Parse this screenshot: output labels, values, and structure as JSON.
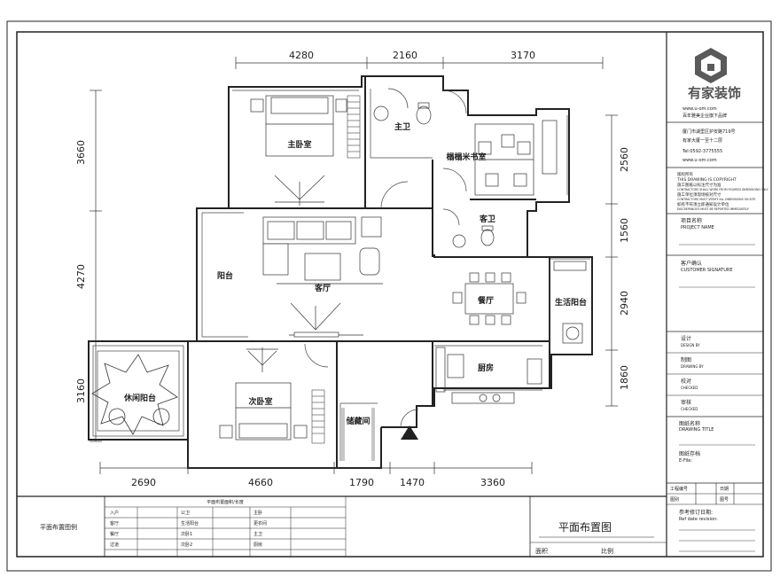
{
  "brand": {
    "name": "有家装饰",
    "url": "www.u-om.com",
    "slogan": "百年雅美企业旗下品牌",
    "address": "厦门市湖里区护安路719号",
    "address2": "有家大厦一至十二层",
    "tel": "Tel:0592-3775555",
    "url2": "www.u-om.com",
    "colors": {
      "logo": "#5a5a5a"
    }
  },
  "copyright": {
    "title": "版权所有",
    "line1": "THIS DRAWING IS COPYRIGHT",
    "line2": "施工图纸以标注尺寸为准",
    "line3": "CONTRACTORS SHALL WORK FROM FIGURED DIMENSIONS ONLY",
    "line4": "施工单位须现场核对尺寸",
    "line5": "CONTRACTORS MUST VERIFY ALL DIMENSIONS ON SITE",
    "line6": "如有不符须立即通知设计单位",
    "line7": "DISCREPANCIES MUST BE REPORTED IMMEDIATELY"
  },
  "title_block": {
    "project_name_cn": "项目名称",
    "project_name_en": "PROJECT NAME",
    "customer_cn": "客户确认",
    "customer_en": "CUSTOMER SIGNATURE",
    "design_cn": "设计",
    "design_en": "DESIGN BY",
    "drawing_cn": "制图",
    "drawing_en": "DRAWING BY",
    "check_cn": "校对",
    "check_en": "CHECKED",
    "audit_cn": "审核",
    "audit_en": "CHECKED",
    "drawing_title_cn": "图纸名称",
    "drawing_title_en": "DRAWING TITLE",
    "file_cn": "图纸存档",
    "file_en": "E-File:",
    "project_no": "工程编号",
    "date": "日期",
    "drawing": "图别",
    "number": "图号",
    "revision_cn": "参考修订日期:",
    "revision_en": "Ref date revision:"
  },
  "bottom_block": {
    "name": "平面布置图例",
    "table_title": "平面布置面积/长度",
    "rows": [
      [
        "入户",
        "公卫",
        "主卧"
      ],
      [
        "客厅",
        "生活阳台",
        "更衣间"
      ],
      [
        "餐厅",
        "次卧1",
        "主卫"
      ],
      [
        "过道",
        "次卧2",
        "厨房"
      ]
    ],
    "drawing_title": "平面布置图",
    "area": "面积",
    "scale": "比例"
  },
  "plan": {
    "rooms": {
      "master_bedroom": "主卧室",
      "master_bath": "主卫",
      "tatami_study": "榻榻米书室",
      "guest_bath": "客卫",
      "balcony": "阳台",
      "living_room": "客厅",
      "dining_room": "餐厅",
      "service_balcony": "生活阳台",
      "leisure_balcony": "休闲阳台",
      "second_bedroom": "次卧室",
      "kitchen": "厨房",
      "storage": "储藏间"
    },
    "dims_top": [
      "4280",
      "2160",
      "3170"
    ],
    "dims_bottom": [
      "2690",
      "4660",
      "1790",
      "1470",
      "3360"
    ],
    "dims_left": [
      "3660",
      "4270",
      "3160"
    ],
    "dims_right": [
      "2560",
      "1560",
      "2940",
      "1860"
    ]
  }
}
